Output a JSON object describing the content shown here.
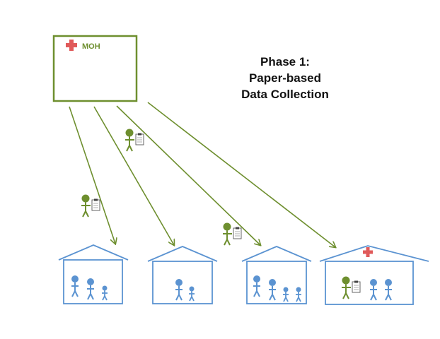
{
  "moh_box": {
    "label": "MOH"
  },
  "title": {
    "line1": "Phase 1:",
    "line2": "Paper-based",
    "line3": "Data Collection"
  },
  "colors": {
    "moh_green": "#6e8f2f",
    "house_blue": "#5b93d1",
    "cross_red": "#e05a5a",
    "clipboard": "#666666"
  }
}
